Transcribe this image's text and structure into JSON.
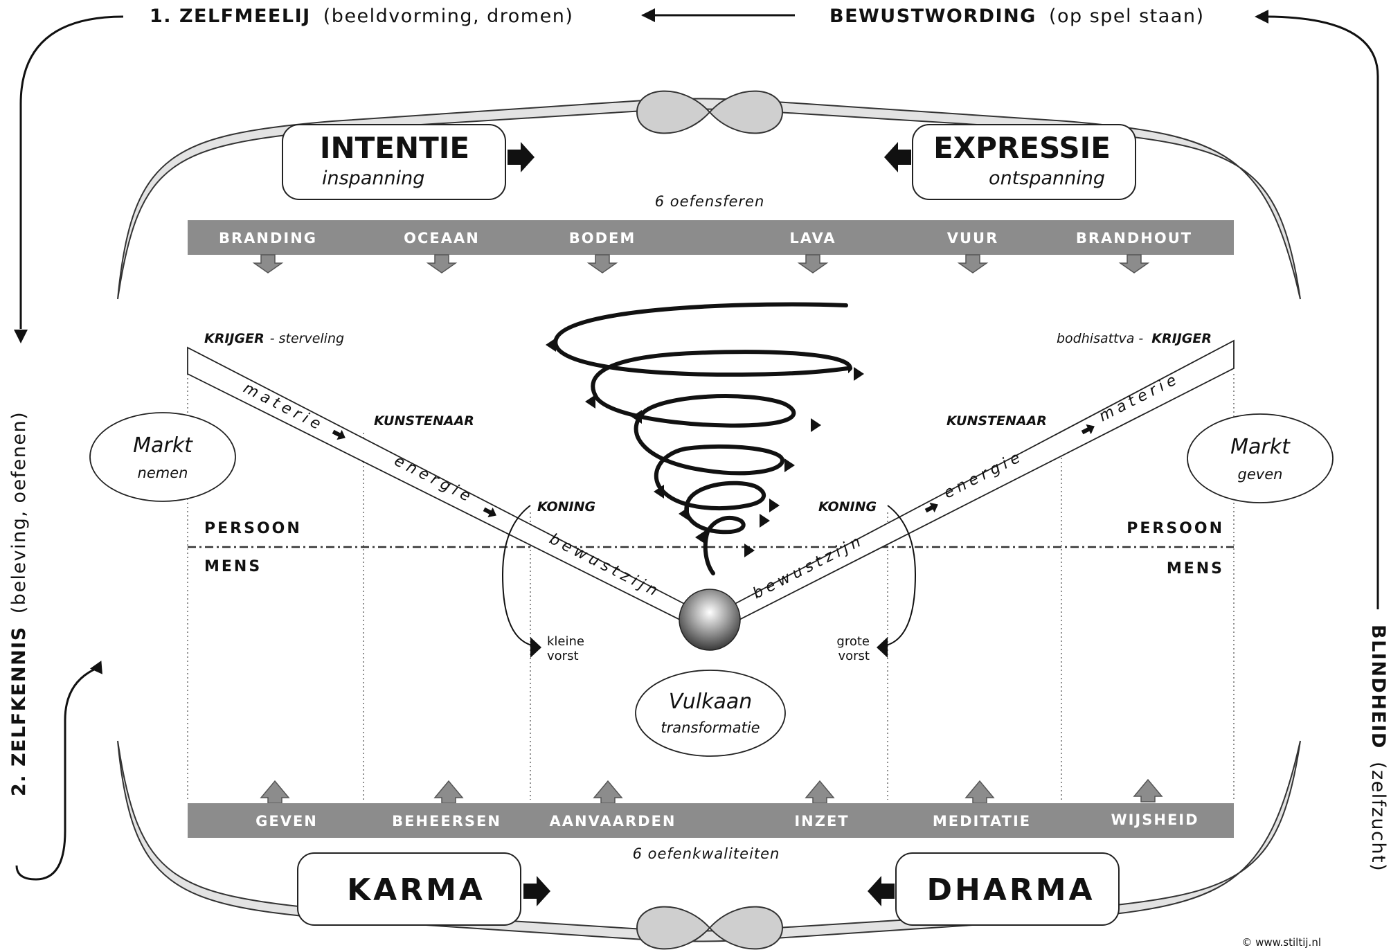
{
  "cycle": {
    "top_left": {
      "bold": "1. ZELFMEELIJ",
      "rest": "(beeldvorming, dromen)"
    },
    "top_right": {
      "bold": "BEWUSTWORDING",
      "rest": "(op spel staan)"
    },
    "left": {
      "bold": "2. ZELFKENNIS",
      "rest": "(beleving, oefenen)"
    },
    "right": {
      "bold": "BLINDHEID",
      "rest": "(zelfzucht)"
    }
  },
  "boxes": {
    "intentie": {
      "title": "INTENTIE",
      "sub": "inspanning"
    },
    "expressie": {
      "title": "EXPRESSIE",
      "sub": "ontspanning"
    },
    "karma": {
      "title": "KARMA"
    },
    "dharma": {
      "title": "DHARMA"
    }
  },
  "spheres": {
    "caption": "6 oefensferen",
    "items": [
      "BRANDING",
      "OCEAAN",
      "BODEM",
      "LAVA",
      "VUUR",
      "BRANDHOUT"
    ]
  },
  "qualities": {
    "caption": "6 oefenkwaliteiten",
    "items": [
      "GEVEN",
      "BEHEERSEN",
      "AANVAARDEN",
      "INZET",
      "MEDITATIE",
      "WIJSHEID"
    ]
  },
  "left_side": {
    "krijger": "KRIJGER",
    "krijger_suffix": "- sterveling",
    "kunstenaar": "KUNSTENAAR",
    "koning": "KONING",
    "beam": [
      "materie",
      "energie",
      "bewustzijn"
    ],
    "markt_title": "Markt",
    "markt_sub": "nemen",
    "persoon": "PERSOON",
    "mens": "MENS",
    "vorst": [
      "kleine",
      "vorst"
    ]
  },
  "right_side": {
    "krijger_prefix": "bodhisattva -",
    "krijger": "KRIJGER",
    "kunstenaar": "KUNSTENAAR",
    "koning": "KONING",
    "beam": [
      "materie",
      "energie",
      "bewustzijn"
    ],
    "markt_title": "Markt",
    "markt_sub": "geven",
    "persoon": "PERSOON",
    "mens": "MENS",
    "vorst": [
      "grote",
      "vorst"
    ]
  },
  "vulkaan": {
    "title": "Vulkaan",
    "sub": "transformatie"
  },
  "copyright": "© www.stiltij.nl",
  "colors": {
    "bar": "#8c8c8c",
    "frame_fill": "#e3e3e3",
    "knot_fill": "#cfcfcf",
    "ink": "#111111"
  }
}
